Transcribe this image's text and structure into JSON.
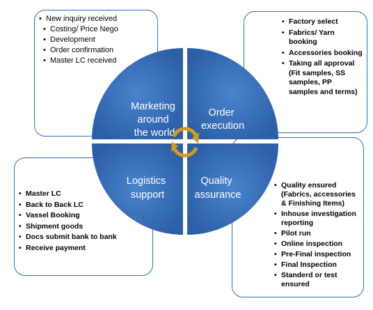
{
  "quadrants": {
    "marketing": [
      "Marketing",
      "around",
      "the world"
    ],
    "order": [
      "Order",
      "execution"
    ],
    "logistics": [
      "Logistics",
      "support"
    ],
    "quality": [
      "Quality",
      "assurance"
    ]
  },
  "boxes": {
    "marketing": [
      "New inquiry received",
      "Costing/ Price Nego",
      "Development",
      "Order confirmation",
      "Master LC received"
    ],
    "order": [
      "Factory select",
      "Fabrics/ Yarn booking",
      "Accessories booking",
      "Taking all approval (Fit samples, SS samples, PP samples and terms)"
    ],
    "logistics": [
      "Master LC",
      "Back to Back LC",
      "Vassel Booking",
      "Shipment goods",
      "Docs submit bank to bank",
      "Receive payment"
    ],
    "quality": [
      "Quality ensured (Fabrics, accessories & Finishing Items)",
      "Inhouse investigation reporting",
      "Pilot run",
      "Online inspection",
      "Pre-Final inspection",
      "Final Inspection",
      "Standerd or test ensured"
    ]
  },
  "colors": {
    "quadrant_fill": "#2b5fa8",
    "quadrant_fill_light": "#4a83cc",
    "box_border": "#2f6fb5",
    "arrow": "#e0a020"
  }
}
